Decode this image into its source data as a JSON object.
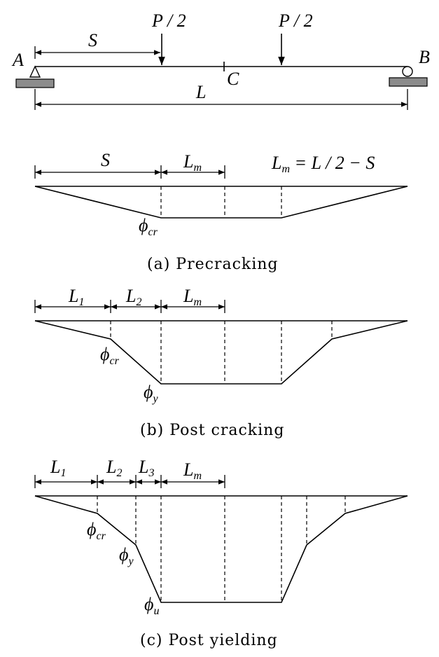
{
  "beam": {
    "support_a": "A",
    "support_b": "B",
    "load_left": "P / 2",
    "load_right": "P / 2",
    "dim_s": "S",
    "dim_l": "L",
    "midspan": "C"
  },
  "panel_a": {
    "dim_s": "S",
    "dim_lm": "L",
    "dim_lm_sub": "m",
    "formula_lhs": "L",
    "formula_lhs_sub": "m",
    "formula_rhs": " = L / 2 − S",
    "phi": "ϕ",
    "phi_sub": "cr",
    "caption": "(a) Precracking"
  },
  "panel_b": {
    "dim_l1": "L",
    "dim_l1_sub": "1",
    "dim_l2": "L",
    "dim_l2_sub": "2",
    "dim_lm": "L",
    "dim_lm_sub": "m",
    "phi": "ϕ",
    "phi_cr_sub": "cr",
    "phi_y_sub": "y",
    "caption": "(b) Post cracking"
  },
  "panel_c": {
    "dim_l1": "L",
    "dim_l1_sub": "1",
    "dim_l2": "L",
    "dim_l2_sub": "2",
    "dim_l3": "L",
    "dim_l3_sub": "3",
    "dim_lm": "L",
    "dim_lm_sub": "m",
    "phi": "ϕ",
    "phi_cr_sub": "cr",
    "phi_y_sub": "y",
    "phi_u_sub": "u",
    "caption": "(c) Post yielding"
  }
}
